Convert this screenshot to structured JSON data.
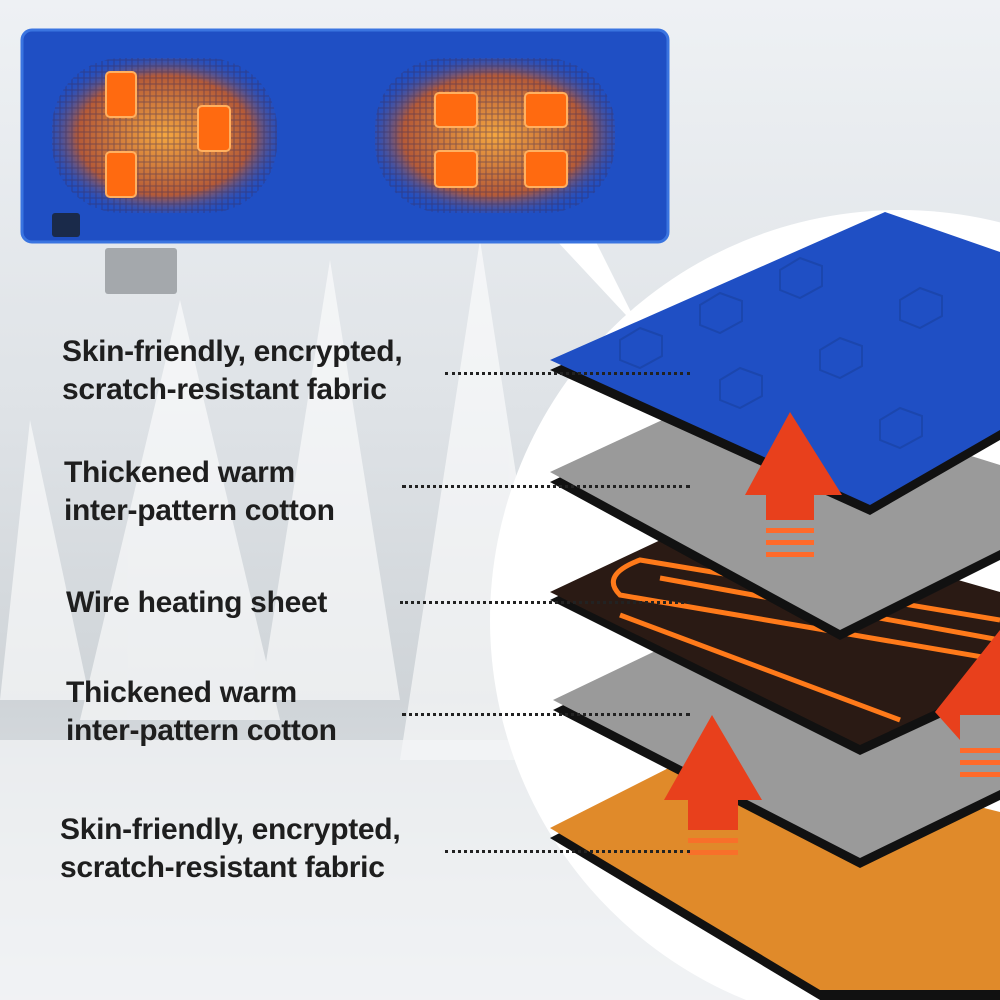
{
  "layers": [
    {
      "line1": "Skin-friendly, encrypted,",
      "line2": "scratch-resistant fabric",
      "color": "#1f4fc4"
    },
    {
      "line1": "Thickened warm",
      "line2": "inter-pattern cotton",
      "color": "#9a9a9a"
    },
    {
      "line1": "Wire heating sheet",
      "line2": "",
      "color": "#2a1a14"
    },
    {
      "line1": "Thickened warm",
      "line2": "inter-pattern cotton",
      "color": "#9a9a9a"
    },
    {
      "line1": "Skin-friendly, encrypted,",
      "line2": "scratch-resistant fabric",
      "color": "#e08a2a"
    }
  ],
  "colors": {
    "mat": "#1f4fc4",
    "heat": "#ff7a1a",
    "arrow": "#e8401c"
  }
}
